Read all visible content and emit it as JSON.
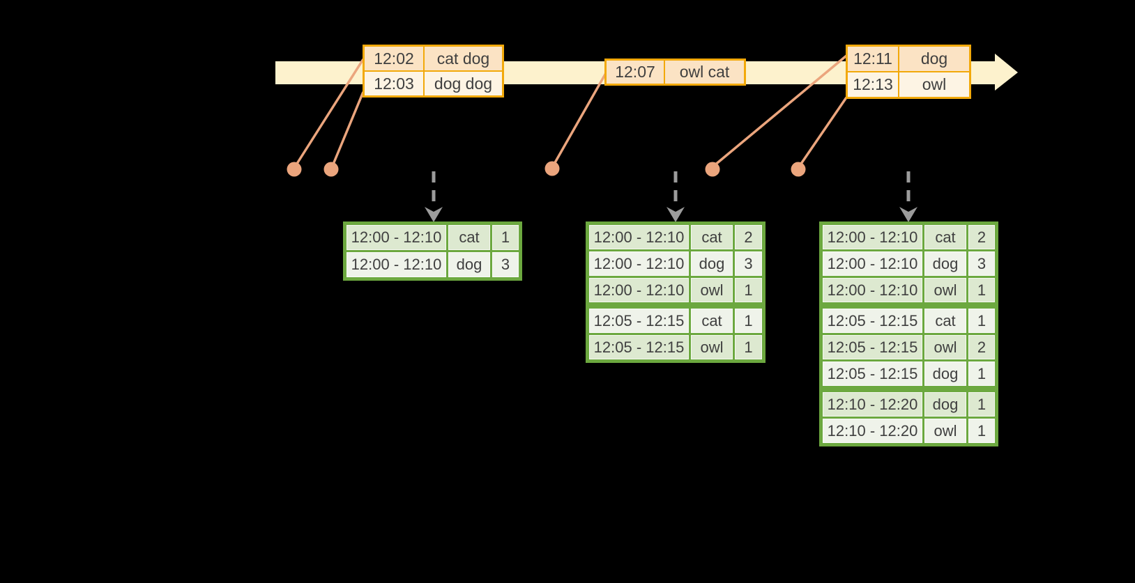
{
  "colors": {
    "background": "#000000",
    "timeline_band": "#fdf2cd",
    "event_table_border": "#f2a90a",
    "event_row_peach": "#fbe3c4",
    "event_row_cream": "#fdf4e4",
    "event_dot": "#eba57d",
    "trigger_arrow_gray": "#9c9c9c",
    "result_table_border": "#6ca83f",
    "result_row_dark": "#dde9d0",
    "result_row_light": "#eff3ea",
    "text": "#3f3f3f"
  },
  "event_tables": [
    {
      "rows": [
        {
          "time": "12:02",
          "words": "cat dog"
        },
        {
          "time": "12:03",
          "words": "dog dog"
        }
      ]
    },
    {
      "rows": [
        {
          "time": "12:07",
          "words": "owl cat"
        }
      ]
    },
    {
      "rows": [
        {
          "time": "12:11",
          "words": "dog"
        },
        {
          "time": "12:13",
          "words": "owl"
        }
      ]
    }
  ],
  "result_tables": [
    {
      "rows": [
        {
          "window": "12:00 - 12:10",
          "word": "cat",
          "count": "1"
        },
        {
          "window": "12:00 - 12:10",
          "word": "dog",
          "count": "3"
        }
      ]
    },
    {
      "rows": [
        {
          "window": "12:00 - 12:10",
          "word": "cat",
          "count": "2"
        },
        {
          "window": "12:00 - 12:10",
          "word": "dog",
          "count": "3"
        },
        {
          "window": "12:00 - 12:10",
          "word": "owl",
          "count": "1"
        },
        {
          "window": "12:05 - 12:15",
          "word": "cat",
          "count": "1"
        },
        {
          "window": "12:05 - 12:15",
          "word": "owl",
          "count": "1"
        }
      ]
    },
    {
      "rows": [
        {
          "window": "12:00 - 12:10",
          "word": "cat",
          "count": "2"
        },
        {
          "window": "12:00 - 12:10",
          "word": "dog",
          "count": "3"
        },
        {
          "window": "12:00 - 12:10",
          "word": "owl",
          "count": "1"
        },
        {
          "window": "12:05 - 12:15",
          "word": "cat",
          "count": "1"
        },
        {
          "window": "12:05 - 12:15",
          "word": "owl",
          "count": "2"
        },
        {
          "window": "12:05 - 12:15",
          "word": "dog",
          "count": "1"
        },
        {
          "window": "12:10 - 12:20",
          "word": "dog",
          "count": "1"
        },
        {
          "window": "12:10 - 12:20",
          "word": "owl",
          "count": "1"
        }
      ]
    }
  ]
}
